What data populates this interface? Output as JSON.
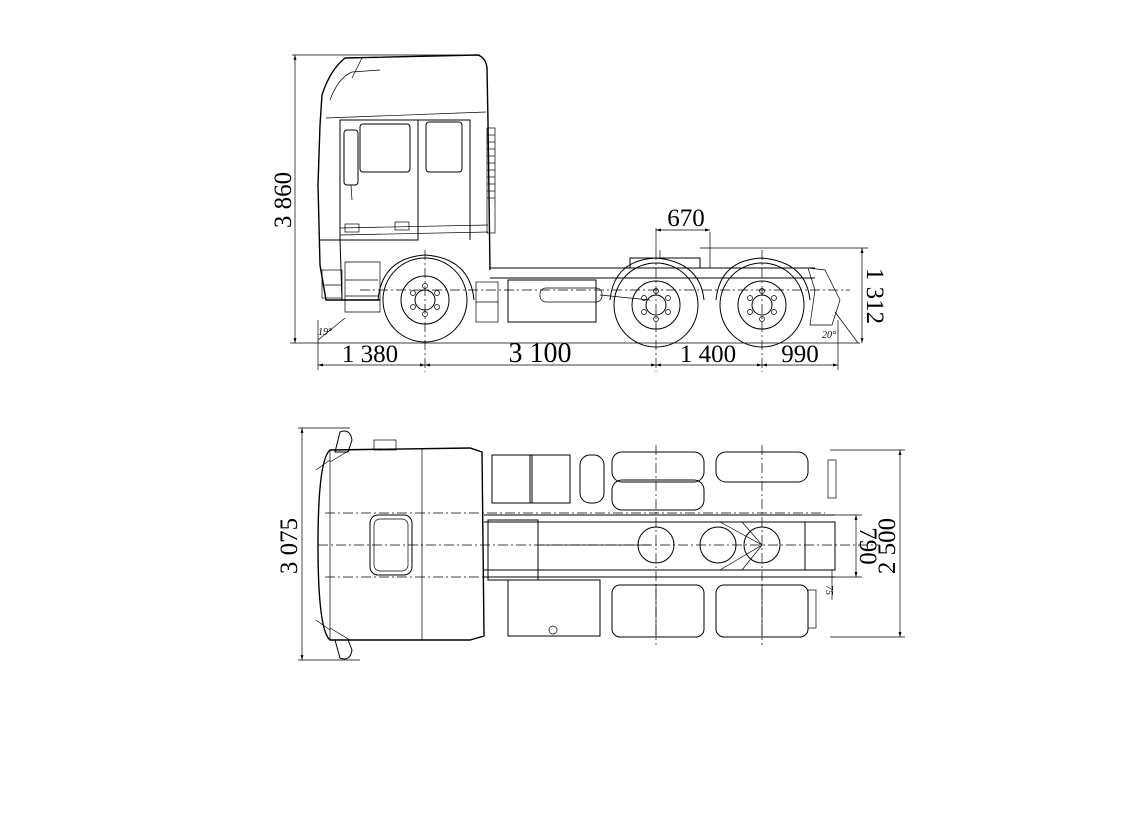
{
  "side_view": {
    "height": "3 860",
    "fifth_wheel_offset": "670",
    "fifth_wheel_height": "1 312",
    "front_overhang": "1 380",
    "wheelbase_front": "3 100",
    "wheelbase_rear": "1 400",
    "rear_overhang": "990",
    "approach_angle": "19°",
    "departure_angle": "20°"
  },
  "top_view": {
    "overall_width": "3 075",
    "body_width": "2 500",
    "frame_width": "790",
    "frame_offset": "75"
  }
}
